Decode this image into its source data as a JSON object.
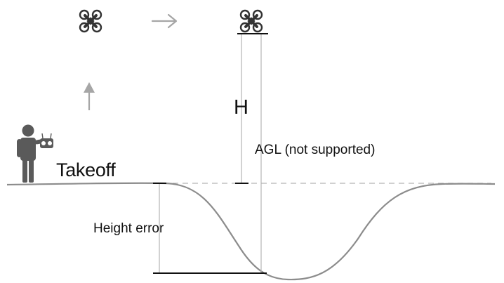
{
  "labels": {
    "takeoff": "Takeoff",
    "height": "H",
    "agl": "AGL (not supported)",
    "height_error": "Height error"
  },
  "icons": {
    "drone": "quadcopter-drone-icon",
    "pilot": "pilot-with-remote-controller-icon",
    "move_right": "arrow-right-icon",
    "move_up": "arrow-up-icon"
  },
  "colors": {
    "terrain": "#8c8c8c",
    "arrow": "#a6a6a6",
    "reference_line": "#b3b3b3",
    "measure_line": "#111111",
    "drone": "#333333",
    "pilot": "#5a5a5a"
  }
}
